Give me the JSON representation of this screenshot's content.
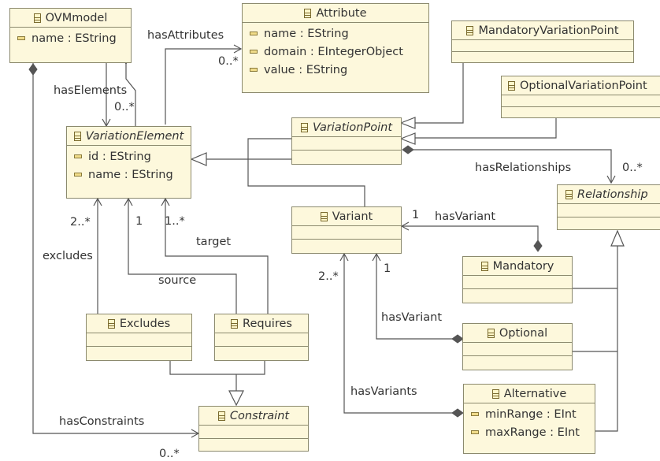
{
  "classes": {
    "ovmmodel": {
      "name": "OVMmodel",
      "attrs": [
        "name : EString"
      ]
    },
    "attribute": {
      "name": "Attribute",
      "attrs": [
        "name : EString",
        "domain : EIntegerObject",
        "value : EString"
      ]
    },
    "mandatory_vp": {
      "name": "MandatoryVariationPoint"
    },
    "optional_vp": {
      "name": "OptionalVariationPoint"
    },
    "variation_element": {
      "name": "VariationElement",
      "attrs": [
        "id : EString",
        "name : EString"
      ]
    },
    "variation_point": {
      "name": "VariationPoint"
    },
    "relationship": {
      "name": "Relationship"
    },
    "variant": {
      "name": "Variant"
    },
    "mandatory": {
      "name": "Mandatory"
    },
    "optional": {
      "name": "Optional"
    },
    "alternative": {
      "name": "Alternative",
      "attrs": [
        "minRange : EInt",
        "maxRange : EInt"
      ]
    },
    "excludes": {
      "name": "Excludes"
    },
    "requires": {
      "name": "Requires"
    },
    "constraint": {
      "name": "Constraint"
    }
  },
  "labels": {
    "hasAttributes": "hasAttributes",
    "hasAttributes_mult": "0..*",
    "hasElements": "hasElements",
    "hasElements_mult": "0..*",
    "hasRelationships": "hasRelationships",
    "hasRelationships_mult": "0..*",
    "hasVariant_mand": "hasVariant",
    "hasVariant_mand_mult": "1",
    "hasVariant_opt": "hasVariant",
    "hasVariant_opt_mult": "1",
    "hasVariants": "hasVariants",
    "hasVariants_mult": "2..*",
    "excludes": "excludes",
    "excludes_mult": "2..*",
    "source": "source",
    "source_mult": "1",
    "target": "target",
    "target_mult": "1..*",
    "hasConstraints": "hasConstraints",
    "hasConstraints_mult": "0..*"
  }
}
